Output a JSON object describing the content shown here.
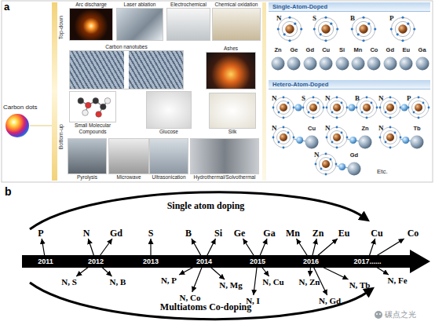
{
  "diagram": {
    "nodes": [
      {
        "text": [
          "Arc discharge"
        ]
      },
      {
        "text": [
          "Laser ablation"
        ]
      },
      {
        "text": [
          "Electrochemical"
        ]
      },
      {
        "text": [
          "Chemical oxidation"
        ]
      },
      {
        "text": [
          "Carbon nanotubes"
        ]
      },
      {
        "text": [
          "Ashes"
        ]
      },
      {
        "text": [
          "Small Molecular Compounds"
        ]
      },
      {
        "text": [
          "Glucose"
        ]
      },
      {
        "text": [
          "Silk"
        ]
      },
      {
        "text": [
          "Pyrolysis"
        ]
      },
      {
        "text": [
          "Microwave"
        ]
      },
      {
        "text": [
          "Ultrasonication"
        ]
      },
      {
        "text": [
          "Hydrothermal/Solvothermal"
        ]
      },
      {
        "text": [
          "Single-Atom-Doped"
        ]
      },
      {
        "text": [
          "N"
        ]
      },
      {
        "text": [
          "S"
        ]
      },
      {
        "text": [
          "B"
        ]
      },
      {
        "text": [
          "P"
        ]
      },
      {
        "text": [
          "Zn"
        ]
      },
      {
        "text": [
          "Ge"
        ]
      },
      {
        "text": [
          "Gd"
        ]
      },
      {
        "text": [
          "Cu"
        ]
      },
      {
        "text": [
          "Si"
        ]
      },
      {
        "text": [
          "Mn"
        ]
      },
      {
        "text": [
          "Co"
        ]
      },
      {
        "text": [
          "Gd"
        ]
      },
      {
        "text": [
          "Eu"
        ]
      },
      {
        "text": [
          "Ga"
        ]
      },
      {
        "text": [
          "Hetero-Atom-Doped"
        ]
      },
      {
        "text": [
          "N"
        ]
      },
      {
        "text": [
          "S"
        ]
      },
      {
        "text": [
          "N"
        ]
      },
      {
        "text": [
          "B"
        ]
      },
      {
        "text": [
          "N"
        ]
      },
      {
        "text": [
          "P"
        ]
      },
      {
        "text": [
          "N"
        ]
      },
      {
        "text": [
          "Cu"
        ]
      },
      {
        "text": [
          "N"
        ]
      },
      {
        "text": [
          "Zn"
        ]
      },
      {
        "text": [
          "N"
        ]
      },
      {
        "text": [
          "Tb"
        ]
      },
      {
        "text": [
          "N"
        ]
      },
      {
        "text": [
          "Gd"
        ]
      },
      {
        "text": [
          "2011"
        ]
      },
      {
        "text": [
          "2012"
        ]
      },
      {
        "text": [
          "2013"
        ]
      },
      {
        "text": [
          "2014"
        ]
      },
      {
        "text": [
          "2015"
        ]
      },
      {
        "text": [
          "2016"
        ]
      },
      {
        "text": [
          "2017......"
        ]
      },
      {
        "text": [
          "P"
        ]
      },
      {
        "text": [
          "N"
        ]
      },
      {
        "text": [
          "Gd"
        ]
      },
      {
        "text": [
          "S"
        ]
      },
      {
        "text": [
          "B"
        ]
      },
      {
        "text": [
          "Si"
        ]
      },
      {
        "text": [
          "Ge"
        ]
      },
      {
        "text": [
          "Ga"
        ]
      },
      {
        "text": [
          "Mn"
        ]
      },
      {
        "text": [
          "Zn"
        ]
      },
      {
        "text": [
          "Eu"
        ]
      },
      {
        "text": [
          "Cu"
        ]
      },
      {
        "text": [
          "Co"
        ]
      },
      {
        "text": [
          "N, S"
        ]
      },
      {
        "text": [
          "N, B"
        ]
      },
      {
        "text": [
          "N, P"
        ]
      },
      {
        "text": [
          "N, Co"
        ]
      },
      {
        "text": [
          "N, Mg"
        ]
      },
      {
        "text": [
          "N, Cu"
        ]
      },
      {
        "text": [
          "N, I"
        ]
      },
      {
        "text": [
          "N, Zn"
        ]
      },
      {
        "text": [
          "N, Gd"
        ]
      },
      {
        "text": [
          "N, Tb"
        ]
      },
      {
        "text": [
          "N, Fe"
        ]
      }
    ],
    "edges": [
      {
        "from": 29,
        "to": 30,
        "arrow": "none"
      },
      {
        "from": 31,
        "to": 32,
        "arrow": "none"
      },
      {
        "from": 33,
        "to": 34,
        "arrow": "none"
      },
      {
        "from": 35,
        "to": 36,
        "arrow": "none"
      },
      {
        "from": 37,
        "to": 38,
        "arrow": "none"
      },
      {
        "from": 39,
        "to": 40,
        "arrow": "none"
      },
      {
        "from": 41,
        "to": 42,
        "arrow": "none"
      },
      {
        "from": 43,
        "to": 50,
        "arrow": "to"
      },
      {
        "from": 44,
        "to": 51,
        "arrow": "to"
      },
      {
        "from": 44,
        "to": 52,
        "arrow": "to"
      },
      {
        "from": 44,
        "to": 63,
        "arrow": "to"
      },
      {
        "from": 44,
        "to": 64,
        "arrow": "to"
      },
      {
        "from": 45,
        "to": 53,
        "arrow": "to"
      },
      {
        "from": 46,
        "to": 54,
        "arrow": "to"
      },
      {
        "from": 46,
        "to": 55,
        "arrow": "to"
      },
      {
        "from": 46,
        "to": 65,
        "arrow": "to"
      },
      {
        "from": 46,
        "to": 66,
        "arrow": "to"
      },
      {
        "from": 46,
        "to": 67,
        "arrow": "to"
      },
      {
        "from": 47,
        "to": 56,
        "arrow": "to"
      },
      {
        "from": 47,
        "to": 57,
        "arrow": "to"
      },
      {
        "from": 47,
        "to": 68,
        "arrow": "to"
      },
      {
        "from": 47,
        "to": 69,
        "arrow": "to"
      },
      {
        "from": 48,
        "to": 58,
        "arrow": "to"
      },
      {
        "from": 48,
        "to": 59,
        "arrow": "to"
      },
      {
        "from": 48,
        "to": 60,
        "arrow": "to"
      },
      {
        "from": 48,
        "to": 70,
        "arrow": "to"
      },
      {
        "from": 48,
        "to": 71,
        "arrow": "to"
      },
      {
        "from": 48,
        "to": 72,
        "arrow": "to"
      },
      {
        "from": 49,
        "to": 61,
        "arrow": "to"
      },
      {
        "from": 49,
        "to": 62,
        "arrow": "to"
      },
      {
        "from": 49,
        "to": 73,
        "arrow": "to"
      }
    ],
    "labels": [
      "a",
      "Carbon dots",
      "Top-down",
      "Bottom-up",
      "Etc.",
      "b",
      "Single atom doping",
      "Multiatoms Co-doping",
      "碳点之光"
    ]
  }
}
